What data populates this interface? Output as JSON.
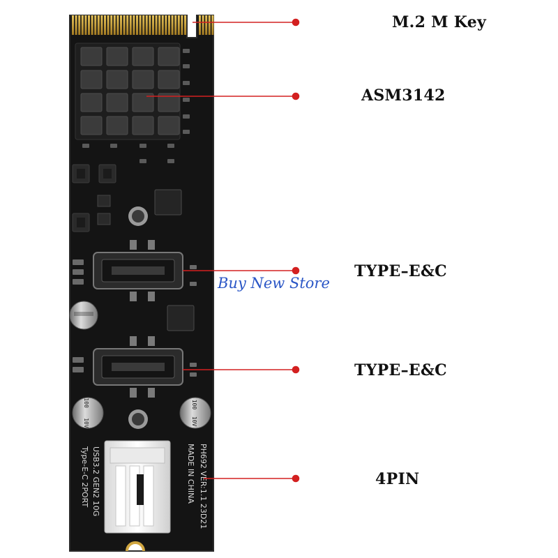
{
  "callouts": [
    {
      "label": "M.2  M Key"
    },
    {
      "label": "ASM3142"
    },
    {
      "label": "TYPE–E&C"
    },
    {
      "label": "TYPE–E&C"
    },
    {
      "label": "4PIN"
    }
  ],
  "watermark": "Buy New Store",
  "board": {
    "silk_model": "PH692  VER:1.1  23D21",
    "silk_origin": "MADE IN CHINA",
    "silk_spec1": "USB3.2 GEN2 10G",
    "silk_spec2": "Type-E-C 2PORT",
    "cap_left": "100   10V",
    "cap_right": "100  10V"
  },
  "colors": {
    "pcb": "#141414",
    "gold": "#c9a23a",
    "pointer": "#d32020",
    "watermark": "#2a56c6"
  }
}
